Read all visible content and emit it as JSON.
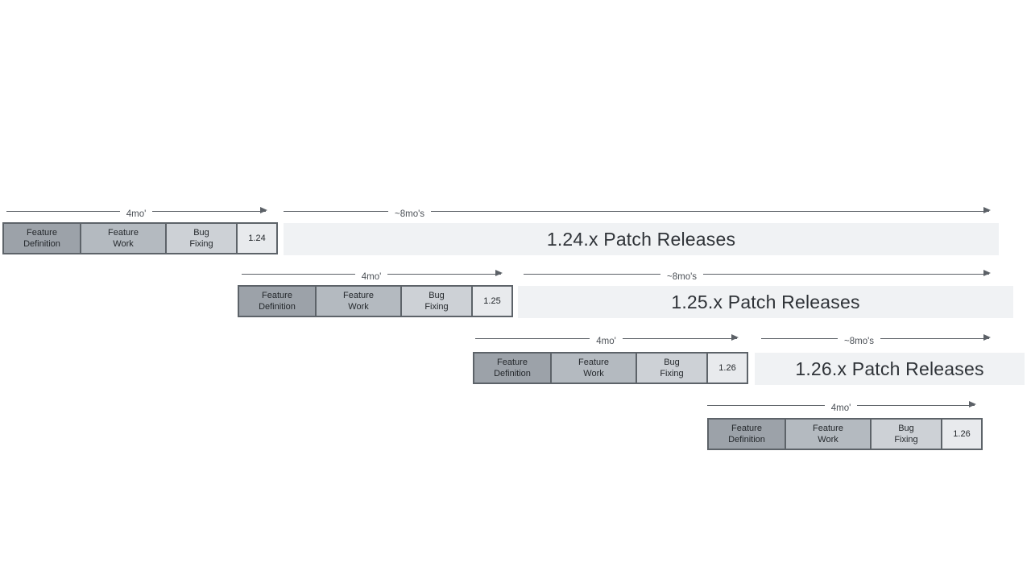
{
  "diagram": {
    "title": "release-cadence-diagram",
    "labels": {
      "dev_duration": "4mo'",
      "patch_duration": "~8mo's"
    },
    "phases": [
      "Feature Definition",
      "Feature Work",
      "Bug Fixing"
    ],
    "rows": [
      {
        "version": "1.24",
        "patch_label": "1.24.x Patch Releases"
      },
      {
        "version": "1.25",
        "patch_label": "1.25.x Patch Releases"
      },
      {
        "version": "1.26",
        "patch_label": "1.26.x Patch Releases"
      },
      {
        "version": "1.26"
      }
    ],
    "colors": {
      "feature_definition_fill": "#9ca2a9",
      "feature_work_fill": "#b4bac0",
      "bug_fixing_fill": "#cdd1d6",
      "version_box_fill": "#e8eaed",
      "patch_bar_fill": "#f0f2f4",
      "box_border": "#5d6369",
      "arrow": "#5c6167",
      "text": "#2f3338"
    }
  }
}
